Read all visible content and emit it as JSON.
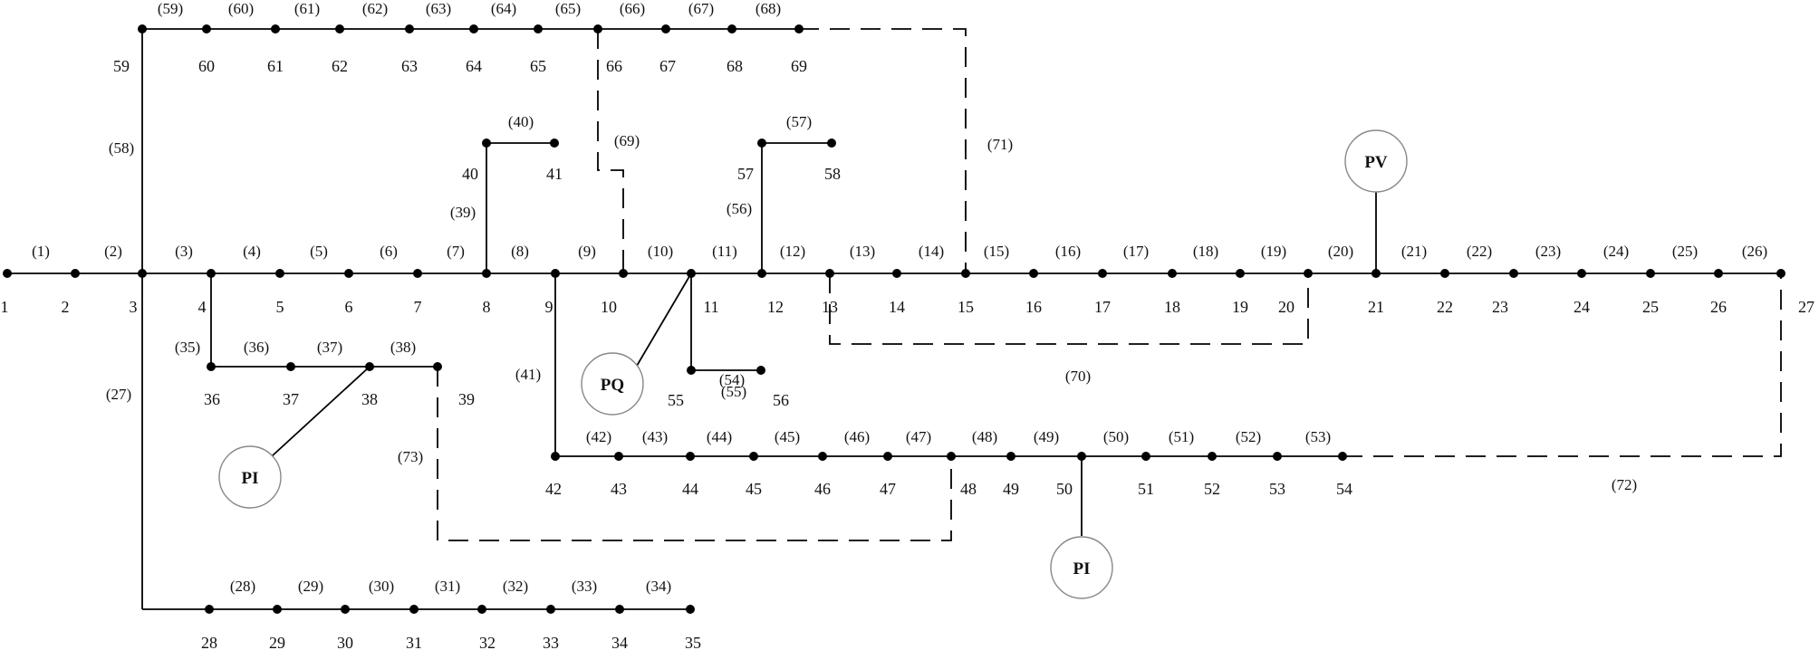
{
  "nodes": [
    "1",
    "2",
    "3",
    "4",
    "5",
    "6",
    "7",
    "8",
    "9",
    "10",
    "11",
    "12",
    "13",
    "14",
    "15",
    "16",
    "17",
    "18",
    "19",
    "20",
    "21",
    "22",
    "23",
    "24",
    "25",
    "26",
    "27",
    "28",
    "29",
    "30",
    "31",
    "32",
    "33",
    "34",
    "35",
    "36",
    "37",
    "38",
    "39",
    "40",
    "41",
    "42",
    "43",
    "44",
    "45",
    "46",
    "47",
    "48",
    "49",
    "50",
    "51",
    "52",
    "53",
    "54",
    "55",
    "56",
    "57",
    "58",
    "59",
    "60",
    "61",
    "62",
    "63",
    "64",
    "65",
    "66",
    "67",
    "68",
    "69"
  ],
  "branches": [
    "(1)",
    "(2)",
    "(3)",
    "(4)",
    "(5)",
    "(6)",
    "(7)",
    "(8)",
    "(9)",
    "(10)",
    "(11)",
    "(12)",
    "(13)",
    "(14)",
    "(15)",
    "(16)",
    "(17)",
    "(18)",
    "(19)",
    "(20)",
    "(21)",
    "(22)",
    "(23)",
    "(24)",
    "(25)",
    "(26)",
    "(27)",
    "(28)",
    "(29)",
    "(30)",
    "(31)",
    "(32)",
    "(33)",
    "(34)",
    "(35)",
    "(36)",
    "(37)",
    "(38)",
    "(39)",
    "(40)",
    "(41)",
    "(42)",
    "(43)",
    "(44)",
    "(45)",
    "(46)",
    "(47)",
    "(48)",
    "(49)",
    "(50)",
    "(51)",
    "(52)",
    "(53)",
    "(54)",
    "(55)",
    "(56)",
    "(57)",
    "(58)",
    "(59)",
    "(60)",
    "(61)",
    "(62)",
    "(63)",
    "(64)",
    "(65)",
    "(66)",
    "(67)",
    "(68)",
    "(69)",
    "(70)",
    "(71)",
    "(72)",
    "(73)"
  ],
  "generators": {
    "pv": "PV",
    "pq": "PQ",
    "pi_38": "PI",
    "pi_50": "PI"
  }
}
